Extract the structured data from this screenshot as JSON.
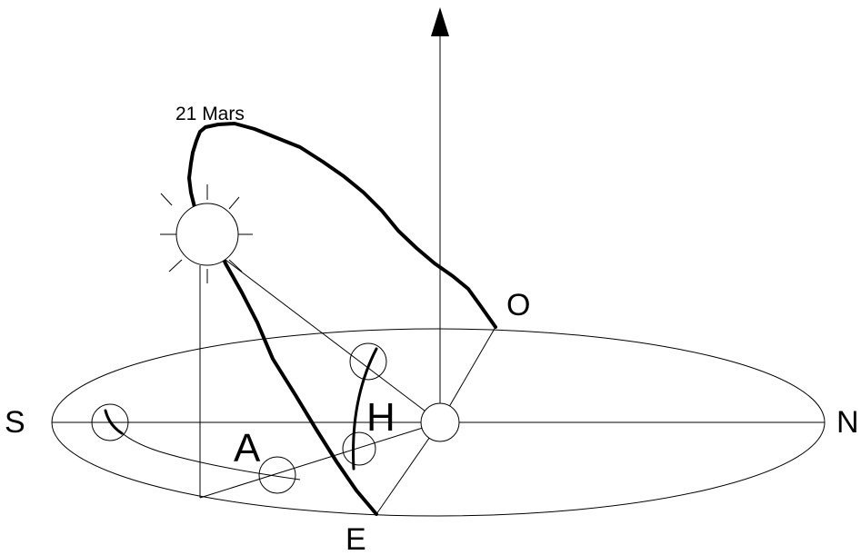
{
  "labels": {
    "date": "21 Mars",
    "south": "S",
    "north": "N",
    "east": "E",
    "west": "O",
    "azimuth": "A",
    "height": "H"
  }
}
